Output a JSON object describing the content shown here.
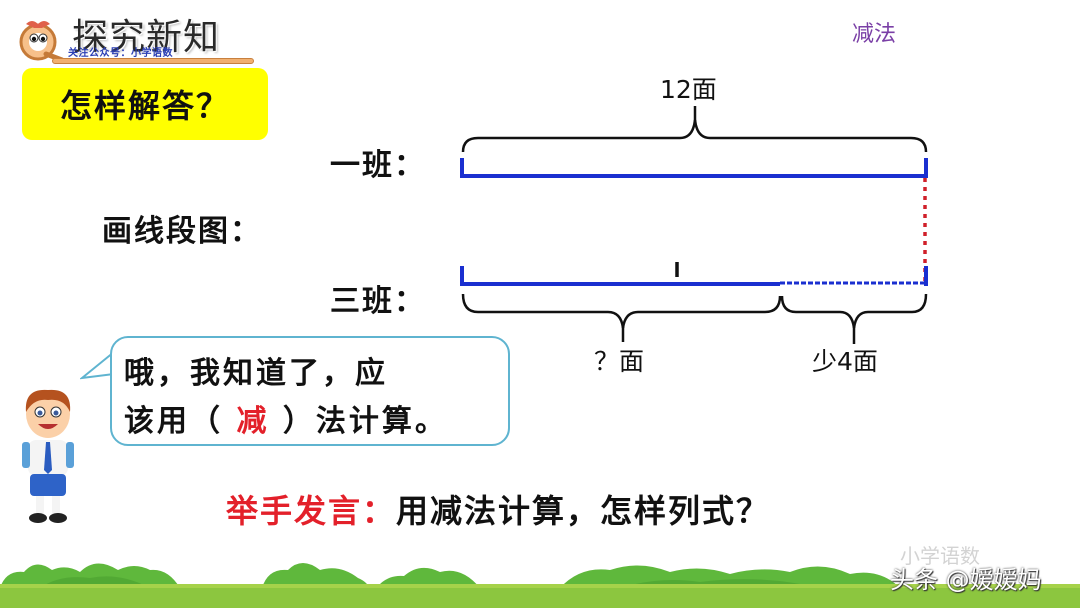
{
  "header": {
    "title": "探究新知",
    "subtitle": "关注公众号：小学语数",
    "topic": "减法"
  },
  "question": {
    "label": "怎样解答？"
  },
  "diagram": {
    "instruction": "画线段图：",
    "row1_label": "一班：",
    "row2_label": "三班：",
    "total_label": "12面",
    "unknown_label": "？面",
    "less_label": "少4面",
    "colors": {
      "segment": "#1a2fd0",
      "dashed_diff": "#d0202a",
      "brace": "#111111"
    }
  },
  "bubble": {
    "line1": "哦，我知道了，应",
    "line2_prefix": "该用（ ",
    "line2_answer": "减",
    "line2_suffix": " ）法计算。"
  },
  "prompt": {
    "lead": "举手发言：",
    "text": "用减法计算，怎样列式？"
  },
  "watermark": {
    "faint": "小学语数",
    "main": "头条 @嫒嫒妈"
  }
}
